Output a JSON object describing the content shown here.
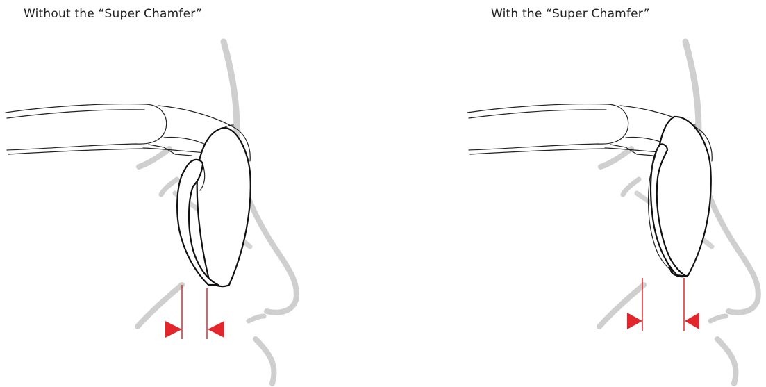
{
  "captions": {
    "left": "Without the “Super Chamfer”",
    "right": "With the “Super Chamfer”"
  },
  "colors": {
    "face_outline": "#c8c8c8",
    "glasses_line": "#222222",
    "marker": "#e2262c"
  },
  "panels": [
    {
      "id": "without-chamfer",
      "caption_key": "captions.left"
    },
    {
      "id": "with-chamfer",
      "caption_key": "captions.right"
    }
  ]
}
